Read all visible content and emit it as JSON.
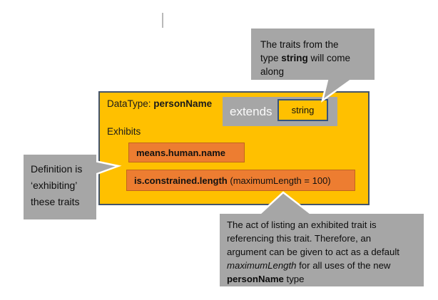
{
  "diagram": {
    "main_box": {
      "datatype_prefix": "DataType: ",
      "datatype_name": "personName",
      "extends_label": "extends",
      "base_type": "string",
      "exhibits_label": "Exhibits",
      "traits": [
        {
          "name": "means.human.name",
          "args": ""
        },
        {
          "name": "is.constrained.length",
          "args": " (maximumLength = 100)"
        }
      ]
    },
    "callouts": {
      "top": {
        "line1": "The traits from the",
        "line2_pre": "type ",
        "line2_bold": "string",
        "line2_post": " will come",
        "line3": "along"
      },
      "left": {
        "line1": "Definition is",
        "line2": "‘exhibiting’",
        "line3": "these traits"
      },
      "bottom": {
        "line1": "The act of listing an exhibited trait is",
        "line2": "referencing this trait. Therefore, an",
        "line3": "argument can be given to act as a default",
        "line4_italic": "maximumLength",
        "line4_rest": " for all uses of the new",
        "line5_bold": "personName",
        "line5_rest": " type"
      }
    },
    "colors": {
      "main_fill": "#FFC000",
      "main_border": "#44546A",
      "callout_gray": "#A6A6A6",
      "trait_fill": "#ED7D31",
      "trait_border": "#C0651E",
      "string_box_border": "#33527E",
      "extends_text": "#FAFAFA"
    }
  }
}
